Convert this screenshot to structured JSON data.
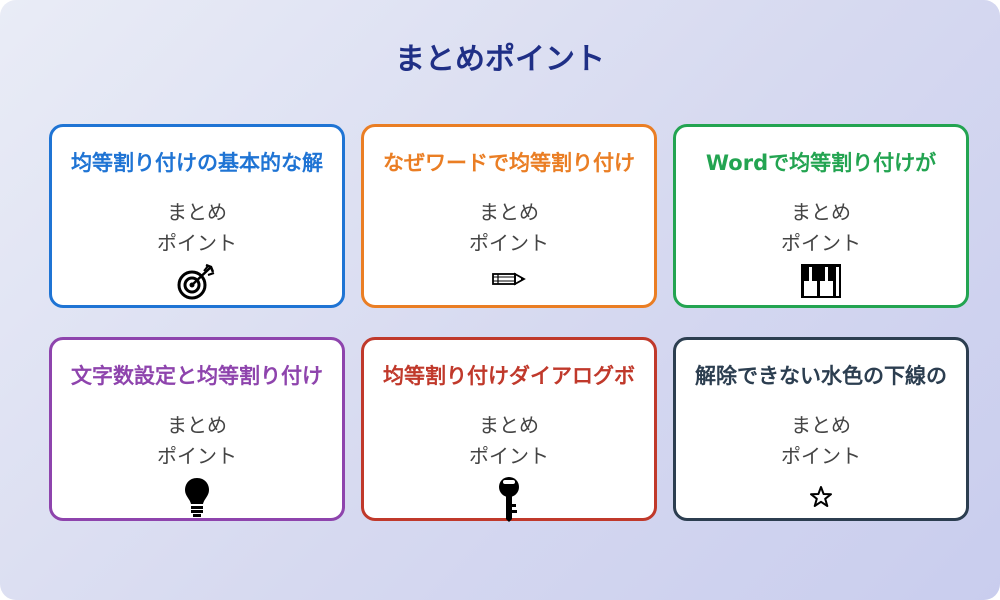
{
  "header": {
    "title": "まとめポイント"
  },
  "cards": [
    {
      "title": "均等割り付けの基本的な解",
      "line1": "まとめ",
      "line2": "ポイント",
      "icon": "target-icon",
      "color": "#1f74d4"
    },
    {
      "title": "なぜワードで均等割り付け",
      "line1": "まとめ",
      "line2": "ポイント",
      "icon": "pencil-icon",
      "color": "#ea7e24"
    },
    {
      "title": "Wordで均等割り付けが",
      "line1": "まとめ",
      "line2": "ポイント",
      "icon": "piano-keys-icon",
      "color": "#23a451"
    },
    {
      "title": "文字数設定と均等割り付け",
      "line1": "まとめ",
      "line2": "ポイント",
      "icon": "lightbulb-icon",
      "color": "#8e44ad"
    },
    {
      "title": "均等割り付けダイアログボ",
      "line1": "まとめ",
      "line2": "ポイント",
      "icon": "key-icon",
      "color": "#c0392b"
    },
    {
      "title": "解除できない水色の下線の",
      "line1": "まとめ",
      "line2": "ポイント",
      "icon": "star-icon",
      "color": "#2c3e50"
    }
  ]
}
